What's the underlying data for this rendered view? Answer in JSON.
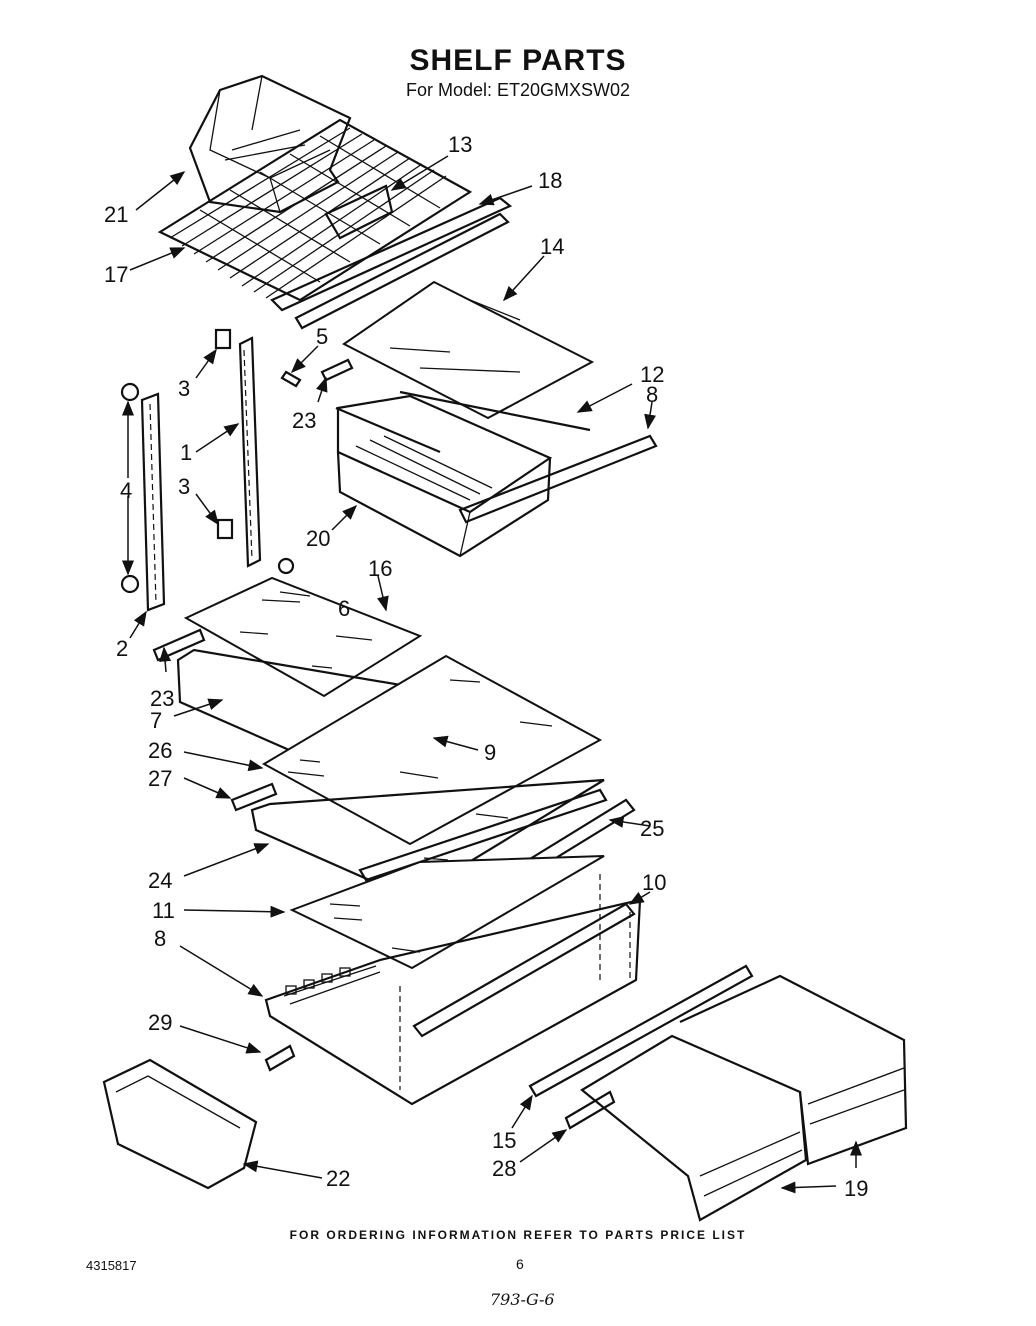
{
  "header": {
    "title": "SHELF PARTS",
    "subtitle": "For Model: ET20GMXSW02"
  },
  "callouts": [
    "1",
    "2",
    "3",
    "3",
    "4",
    "5",
    "6",
    "7",
    "8",
    "8",
    "9",
    "10",
    "11",
    "12",
    "13",
    "14",
    "15",
    "16",
    "17",
    "18",
    "19",
    "20",
    "21",
    "22",
    "23",
    "23",
    "24",
    "25",
    "26",
    "27",
    "28",
    "29"
  ],
  "footer": {
    "ordering_note": "FOR ORDERING INFORMATION REFER TO PARTS PRICE LIST",
    "document_number": "4315817",
    "page_number": "6",
    "handwritten_code": "793-G-6"
  }
}
